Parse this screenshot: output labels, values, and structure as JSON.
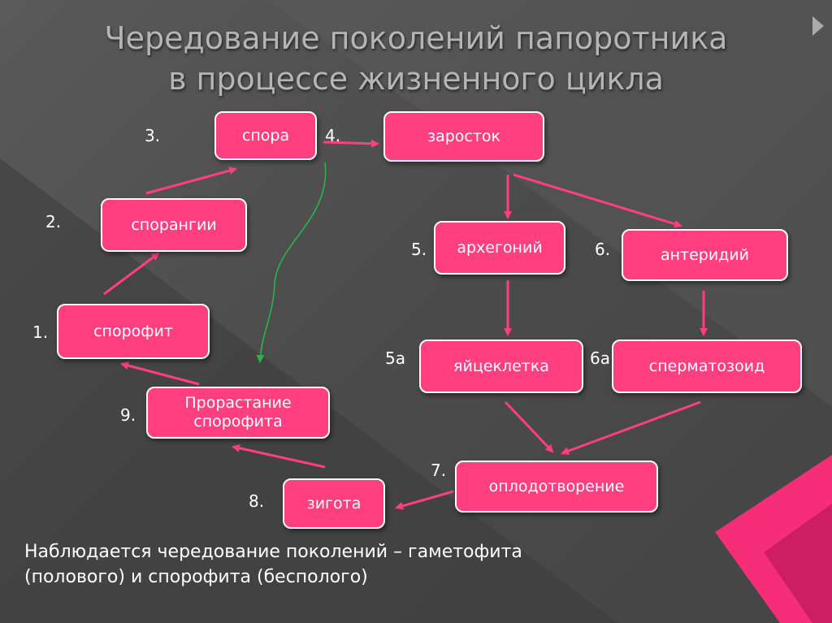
{
  "title_line1": "Чередование поколений папоротника",
  "title_line2": "в процессе жизненного цикла",
  "accent_color": "#ff3f7f",
  "nodes": {
    "spora": "спора",
    "zarostok": "заросток",
    "sporangii": "спорангии",
    "arhegoniy": "архегоний",
    "anteridiy": "антеридий",
    "sporofit": "спорофит",
    "yaycekletka": "яйцеклетка",
    "spermatozoid": "сперматозоид",
    "prorastanie_line1": "Прорастание",
    "prorastanie_line2": "спорофита",
    "oplodotvorenie": "оплодотворение",
    "zigota": "зигота"
  },
  "numbers": {
    "n1": "1.",
    "n2": "2.",
    "n3": "3.",
    "n4": "4.",
    "n5": "5.",
    "n5a": "5а",
    "n6": "6.",
    "n6a": "6а",
    "n7": "7.",
    "n8": "8.",
    "n9": "9."
  },
  "footer_line1": "Наблюдается чередование поколений – гаметофита",
  "footer_line2": "(полового) и спорофита (бесполого)"
}
